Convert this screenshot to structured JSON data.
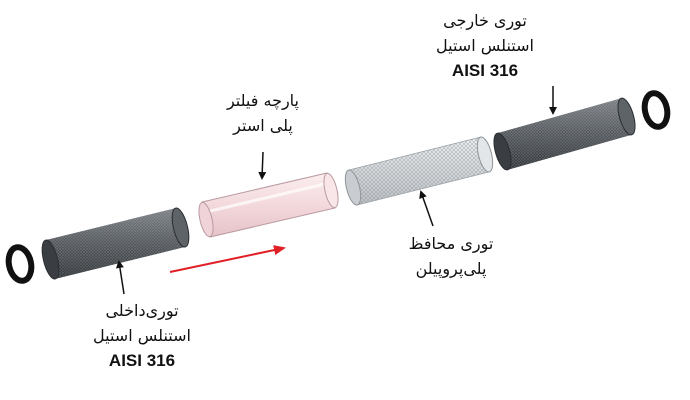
{
  "labels": {
    "outer_mesh": {
      "line1": "توری خارجی",
      "line2": "استنلس استیل",
      "line3": "AISI 316"
    },
    "filter_cloth": {
      "line1": "پارچه فیلتر",
      "line2": "پلی استر"
    },
    "guard_mesh": {
      "line1": "توری محافظ",
      "line2": "پلی‌پروپیلن"
    },
    "inner_mesh": {
      "line1": "توری‌داخلی",
      "line2": "استنلس استیل",
      "line3": "AISI 316"
    }
  },
  "colors": {
    "steel_mesh": "#4d5257",
    "filter_cloth": "#f3d9dc",
    "guard_mesh": "#d9dcdf",
    "o_ring": "#111111",
    "assembly_arrow": "#e11f26"
  }
}
